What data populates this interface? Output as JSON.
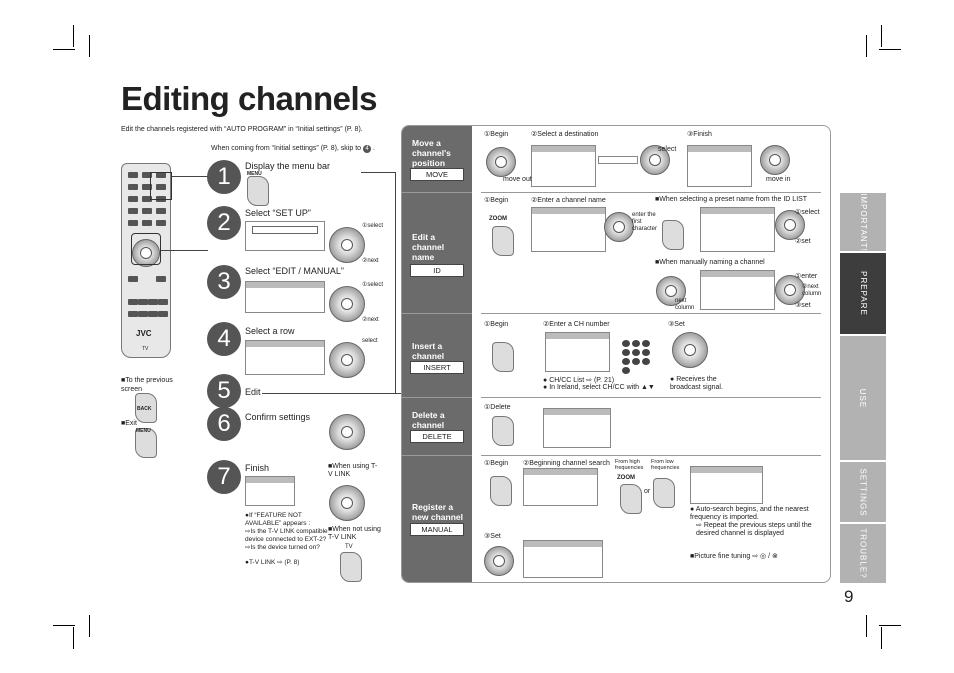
{
  "page": {
    "title": "Editing channels",
    "page_number": "9"
  },
  "intro": {
    "line1": "Edit the channels registered with “AUTO PROGRAM” in “Initial settings” (P. 8).",
    "line2": "When coming from “Initial settings” (P. 8), skip to",
    "skip_step": "4"
  },
  "steps": [
    {
      "num": "1",
      "label": "Display the menu bar",
      "button": "MENU"
    },
    {
      "num": "2",
      "label": "Select “SET UP”"
    },
    {
      "num": "3",
      "label": "Select “EDIT / MANUAL”"
    },
    {
      "num": "4",
      "label": "Select a row"
    },
    {
      "num": "5",
      "label": "Edit"
    },
    {
      "num": "6",
      "label": "Confirm settings"
    },
    {
      "num": "7",
      "label": "Finish"
    }
  ],
  "step_ops": {
    "select": "select",
    "next": "next",
    "s1select": "①select",
    "s2next": "②next"
  },
  "remote": {
    "brand": "JVC",
    "tv": "TV"
  },
  "left_notes": {
    "prev_screen": "To the previous screen",
    "back": "BACK",
    "exit": "Exit",
    "menu": "MENU"
  },
  "finish_notes": {
    "when_using": "When using T-V LINK",
    "when_not_using": "When not using T-V LINK",
    "tv": "TV",
    "feature_not": "If “FEATURE NOT AVAILABLE” appears :",
    "q1": "Is the T-V LINK compatible device connected to EXT-2?",
    "q2": "Is the device turned on?",
    "tvlink": "T-V LINK",
    "p8": "(P. 8)"
  },
  "sections": [
    {
      "title": "Move a channel's position",
      "mode": "MOVE"
    },
    {
      "title": "Edit a channel name",
      "mode": "ID"
    },
    {
      "title": "Insert a channel",
      "mode": "INSERT"
    },
    {
      "title": "Delete a channel",
      "mode": "DELETE"
    },
    {
      "title": "Register a new channel",
      "mode": "MANUAL"
    }
  ],
  "move": {
    "begin": "①Begin",
    "dest": "②Select a destination",
    "finish": "③Finish",
    "move_out": "move out",
    "select": "select",
    "move_in": "move in"
  },
  "edit": {
    "begin": "①Begin",
    "enter": "②Enter a channel name",
    "zoom": "ZOOM",
    "enter_first": "enter the first character",
    "id_list": "When selecting a preset name from the ID LIST",
    "select1": "①select",
    "set2": "②set",
    "manual_name": "When manually naming a channel",
    "enter1": "①enter",
    "next_col2": "②next column",
    "set3": "③set",
    "next_column": "next column"
  },
  "insert": {
    "begin": "①Begin",
    "enter_ch": "②Enter a CH number",
    "set": "③Set",
    "cc_list": "CH/CC List",
    "p21": "(P. 21)",
    "ireland": "In Ireland, select CH/CC with",
    "receives": "Receives the broadcast signal."
  },
  "delete": {
    "delete": "①Delete"
  },
  "register": {
    "begin": "①Begin",
    "search": "②Beginning channel search",
    "from_high": "From high frequencies",
    "from_low": "From low frequencies",
    "zoom": "ZOOM",
    "or": "or",
    "set": "③Set",
    "auto1": "Auto-search begins, and the nearest frequency is imported.",
    "repeat": "Repeat the previous steps until the desired channel is displayed",
    "fine": "Picture fine tuning"
  },
  "side_tabs": [
    "IMPORTANT!",
    "PREPARE",
    "USE",
    "SETTINGS",
    "TROUBLE?"
  ],
  "colors": {
    "tab_dark": "#3d3d3d",
    "tab_light": "#b2b2b2",
    "panel": "#6b6b6b"
  }
}
